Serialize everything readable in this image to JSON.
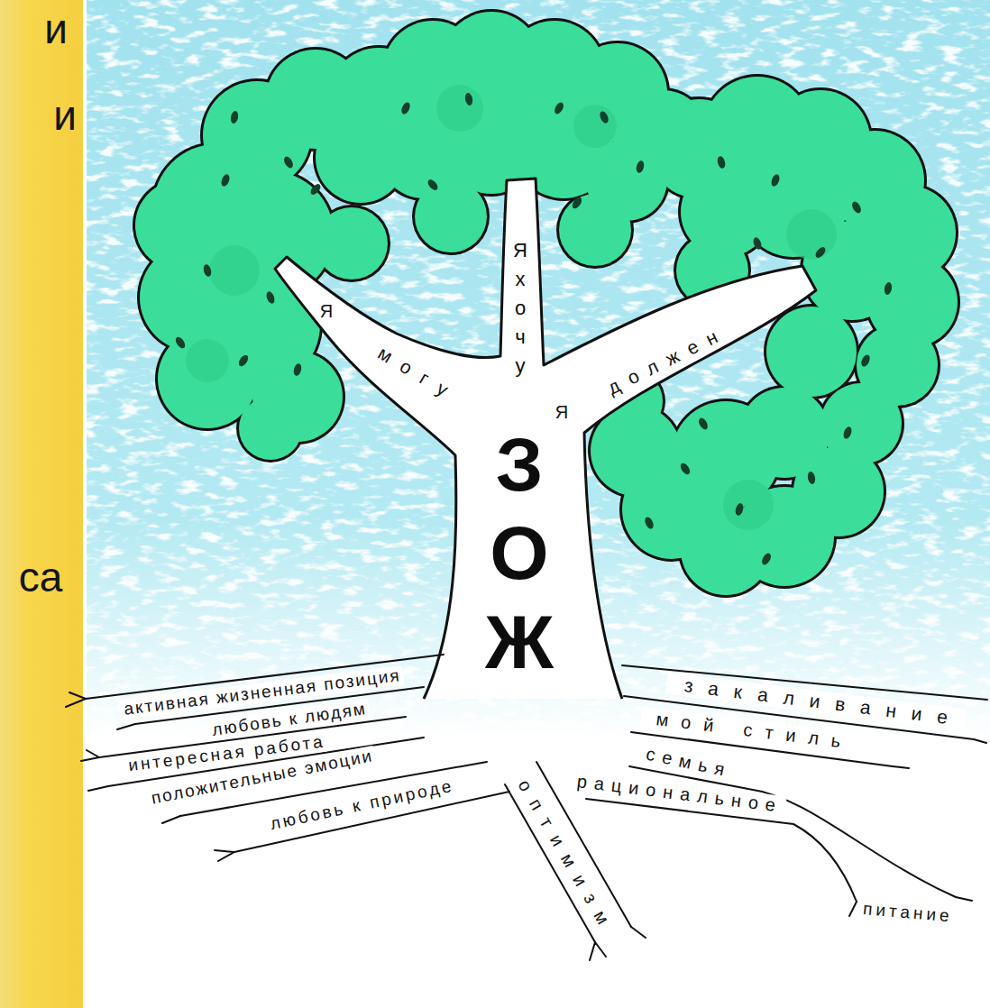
{
  "diagram": {
    "labels": [
      "и",
      "и",
      "Я",
      "могу",
      "Я хочу",
      "Я",
      "должен",
      "ЗОЖ",
      "са",
      "активная жизненная позиция",
      "любовь к людям",
      "интересная работа",
      "положительные эмоции",
      "любовь к природе",
      "рациональное",
      "оптимизм",
      "закаливание",
      "мой стиль",
      "семья",
      "питание"
    ]
  }
}
